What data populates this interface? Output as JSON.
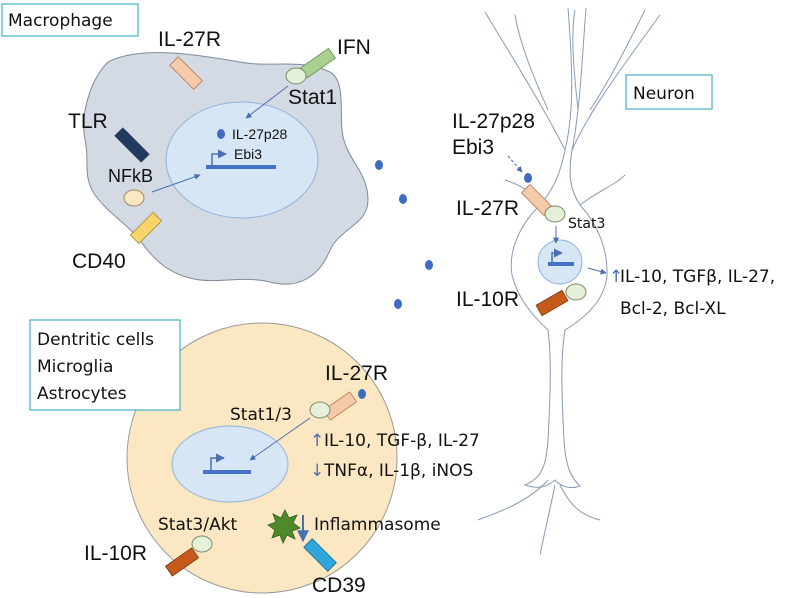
{
  "macrophage": {
    "title": "Macrophage",
    "il27r": "IL-27R",
    "ifn": "IFN",
    "stat1": "Stat1",
    "tlr": "TLR",
    "nfkb": "NFkB",
    "cd40": "CD40",
    "gene_il27p28": "IL-27p28",
    "gene_ebi3": "Ebi3"
  },
  "neuron": {
    "title": "Neuron",
    "ligand_line1": "IL-27p28",
    "ligand_line2": "Ebi3",
    "il27r": "IL-27R",
    "stat3": "Stat3",
    "il10r": "IL-10R",
    "output_line1": "IL-10, TGFβ, IL-27,",
    "output_line2": "Bcl-2, Bcl-XL"
  },
  "glia": {
    "title_line1": "Dentritic cells",
    "title_line2": "Microglia",
    "title_line3": "Astrocytes",
    "il27r": "IL-27R",
    "stat13": "Stat1/3",
    "up_list": "IL-10, TGF-β, IL-27",
    "down_list": "TNFα, IL-1β, iNOS",
    "stat3akt": "Stat3/Akt",
    "inflammasome": "Inflammasome",
    "il10r": "IL-10R",
    "cd39": "CD39"
  },
  "colors": {
    "macrophage_fill": "#d3dae3",
    "glia_fill": "#fbe7c1",
    "neuron_fill": "#ffffff",
    "nucleus_fill": "#d7e6f5",
    "stat_fill": "#e4f0d8",
    "il27r": "#f6c9a8",
    "ifn": "#a9d08e",
    "tlr": "#223a5e",
    "cd40": "#f6d36b",
    "il10r": "#c55a1b",
    "cd39": "#2fa7dc",
    "ligand": "#3f6cc0",
    "gene": "#4472c4",
    "box_border": "#41b0c8"
  }
}
